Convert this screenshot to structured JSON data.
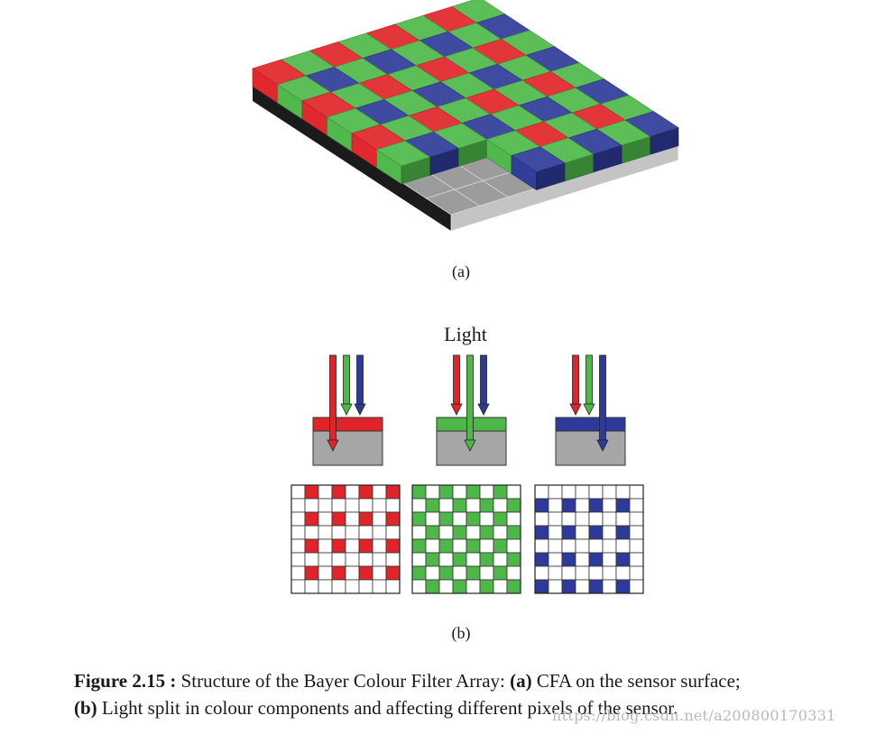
{
  "figure": {
    "label_a": "(a)",
    "label_b": "(b)",
    "light_label": "Light",
    "caption": {
      "fig_number": "Figure 2.15 :",
      "text1": " Structure of the Bayer Colour Filter Array: ",
      "a_ref": "(a)",
      "text2": " CFA on the sensor surface;",
      "b_ref": "(b)",
      "text3": " Light split in colour components and affecting different pixels of the sensor."
    },
    "watermark": "https://blog.csdn.net/a200800170331"
  },
  "colors": {
    "red": "#e0242a",
    "green": "#4db848",
    "blue": "#2e3a99",
    "sensor_gray": "#a6a6a6",
    "grid_line": "#333333"
  },
  "filters": [
    "red",
    "green",
    "blue"
  ]
}
